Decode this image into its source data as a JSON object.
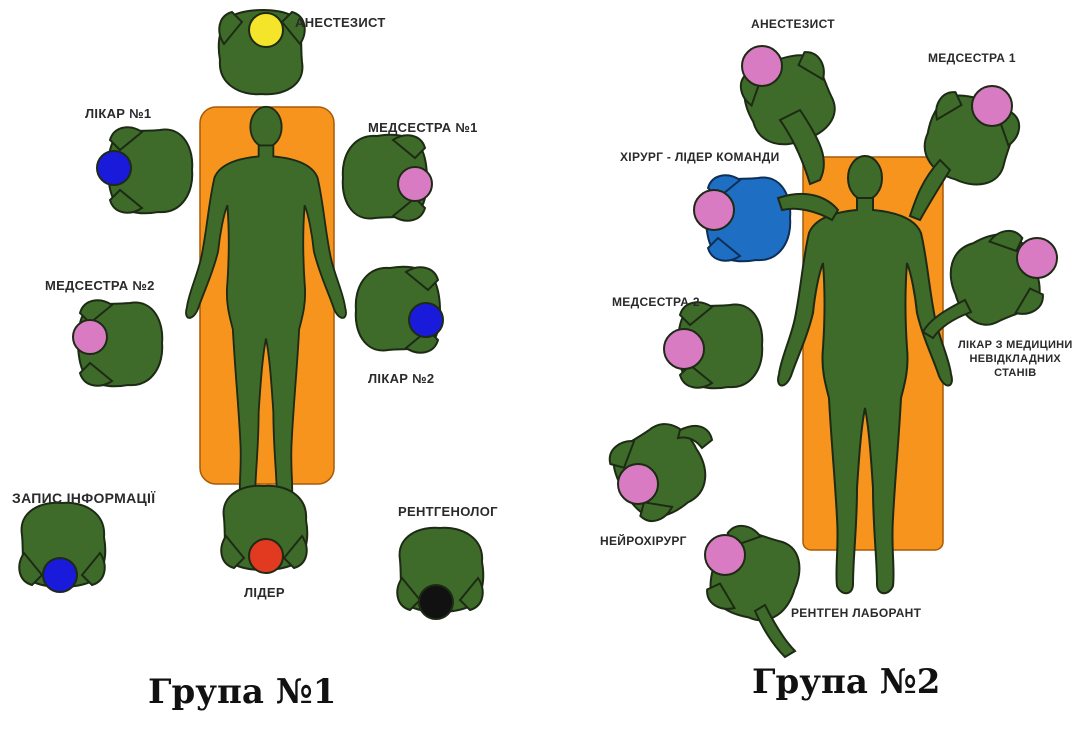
{
  "colors": {
    "table": "#F7941D",
    "body": "#3E6B2A",
    "outline": "#1d2a14",
    "yellow": "#F4E52A",
    "blue": "#1a1adb",
    "pink": "#D97BC3",
    "red": "#E23A20",
    "black": "#111111",
    "gown_blue": "#1E6FC4"
  },
  "group1": {
    "caption": "Група №1",
    "roles": {
      "anesthetist": "АНЕСТЕЗИСТ",
      "doctor1": "ЛІКАР №1",
      "nurse1": "МЕДСЕСТРА №1",
      "nurse2": "МЕДСЕСТРА №2",
      "doctor2": "ЛІКАР №2",
      "recorder": "ЗАПИС ІНФОРМАЦІЇ",
      "leader": "ЛІДЕР",
      "radiologist": "РЕНТГЕНОЛОГ"
    }
  },
  "group2": {
    "caption": "Група №2",
    "roles": {
      "anesthetist": "АНЕСТЕЗИСТ",
      "nurse1": "МЕДСЕСТРА 1",
      "surgeon_leader": "ХІРУРГ - ЛІДЕР КОМАНДИ",
      "nurse2": "МЕДСЕСТРА 2",
      "emergency_doctor_line1": "ЛІКАР З МЕДИЦИНИ",
      "emergency_doctor_line2": "НЕВІДКЛАДНИХ",
      "emergency_doctor_line3": "СТАНІВ",
      "neurosurgeon": "НЕЙРОХІРУРГ",
      "xray_tech": "РЕНТГЕН ЛАБОРАНТ"
    }
  }
}
